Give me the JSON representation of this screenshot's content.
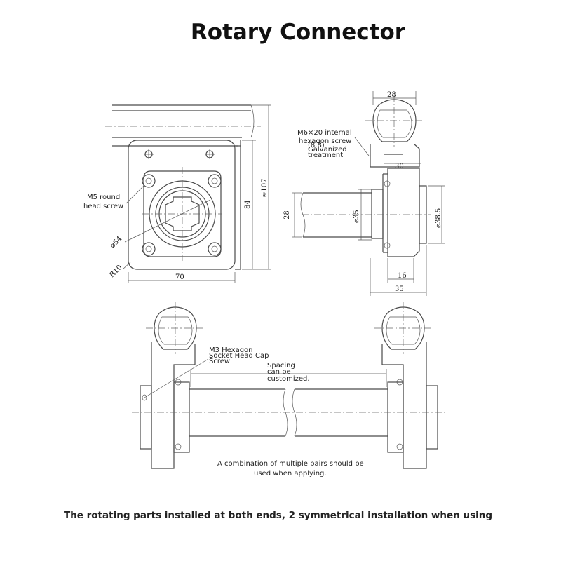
{
  "title": "Rotary Connector",
  "labels": {
    "m5_l1": "M5 round",
    "m5_l2": "head screw",
    "m6_l1": "M6×20 internal",
    "m6_l2": "hexagon screw",
    "m6_l3": "(8.8)",
    "m6_l4": "Galvanized",
    "m6_l5": "treatment",
    "m3_l1": "M3 Hexagon",
    "m3_l2": "Socket Head Cap",
    "m3_l3": "Screw",
    "spacing_l1": "Spacing",
    "spacing_l2": "can be",
    "spacing_l3": "customized.",
    "combo_l1": "A combination of multiple pairs should be",
    "combo_l2": "used when applying."
  },
  "dimensions": {
    "d70": "70",
    "d84": "84",
    "d107": "≈107",
    "d54": "⌀54",
    "r10": "R10",
    "d28_top": "28",
    "d30": "30",
    "d28_side": "28",
    "d35_dia": "⌀35",
    "d38_5": "⌀38.5",
    "d16": "16",
    "d35_len": "35"
  },
  "caption": "The rotating parts installed at both ends, 2 symmetrical installation when using"
}
